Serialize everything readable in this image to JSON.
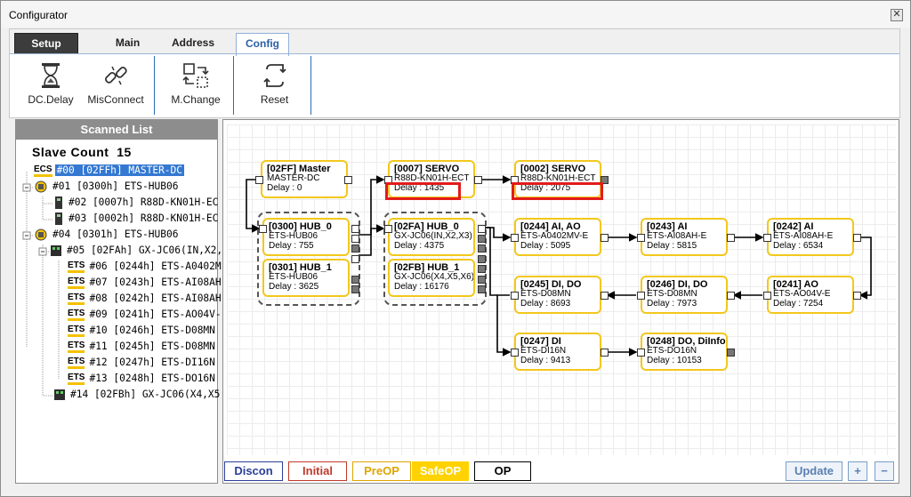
{
  "window": {
    "title": "Configurator",
    "close_glyph": "✕"
  },
  "tabs": {
    "setup": "Setup",
    "main": "Main",
    "address": "Address",
    "config": "Config"
  },
  "toolbar": {
    "dc_delay": "DC.Delay",
    "misconnect": "MisConnect",
    "m_change": "M.Change",
    "reset": "Reset"
  },
  "scanned": {
    "title": "Scanned List",
    "slave_count_label": "Slave Count",
    "slave_count": "15",
    "items": [
      {
        "icon": "ECS",
        "text": "#00 [02FFh] MASTER-DC"
      },
      {
        "icon": "hub",
        "text": "#01 [0300h] ETS-HUB06"
      },
      {
        "icon": "drive",
        "text": "#02 [0007h] R88D-KN01H-EC"
      },
      {
        "icon": "drive",
        "text": "#03 [0002h] R88D-KN01H-EC"
      },
      {
        "icon": "hub",
        "text": "#04 [0301h] ETS-HUB06"
      },
      {
        "icon": "coupler",
        "text": "#05 [02FAh] GX-JC06(IN,X2,"
      },
      {
        "icon": "ETS",
        "text": "#06 [0244h] ETS-A0402M"
      },
      {
        "icon": "ETS",
        "text": "#07 [0243h] ETS-AI08AH-"
      },
      {
        "icon": "ETS",
        "text": "#08 [0242h] ETS-AI08AH-"
      },
      {
        "icon": "ETS",
        "text": "#09 [0241h] ETS-AO04V-"
      },
      {
        "icon": "ETS",
        "text": "#10 [0246h] ETS-D08MN"
      },
      {
        "icon": "ETS",
        "text": "#11 [0245h] ETS-D08MN"
      },
      {
        "icon": "ETS",
        "text": "#12 [0247h] ETS-DI16N"
      },
      {
        "icon": "ETS",
        "text": "#13 [0248h] ETS-DO16N"
      },
      {
        "icon": "coupler",
        "text": "#14 [02FBh] GX-JC06(X4,X5"
      }
    ]
  },
  "nodes": {
    "master": {
      "title": "[02FF] Master",
      "model": "MASTER-DC",
      "delay": "Delay : 0"
    },
    "hub0": {
      "title": "[0300] HUB_0",
      "model": "ETS-HUB06",
      "delay": "Delay : 755"
    },
    "hub1": {
      "title": "[0301] HUB_1",
      "model": "ETS-HUB06",
      "delay": "Delay : 3625"
    },
    "servo7": {
      "title": "[0007] SERVO",
      "model": "R88D-KN01H-ECT",
      "delay": "Delay : 1435"
    },
    "servo2": {
      "title": "[0002] SERVO",
      "model": "R88D-KN01H-ECT",
      "delay": "Delay : 2075"
    },
    "gxa": {
      "title": "[02FA] HUB_0",
      "model": "GX-JC06(IN,X2,X3)",
      "delay": "Delay : 4375"
    },
    "gxb": {
      "title": "[02FB] HUB_1",
      "model": "GX-JC06(X4,X5,X6)",
      "delay": "Delay : 16176"
    },
    "n244": {
      "title": "[0244] AI, AO",
      "model": "ETS-A0402MV-E",
      "delay": "Delay : 5095"
    },
    "n243": {
      "title": "[0243] AI",
      "model": "ETS-AI08AH-E",
      "delay": "Delay : 5815"
    },
    "n242": {
      "title": "[0242] AI",
      "model": "ETS-AI08AH-E",
      "delay": "Delay : 6534"
    },
    "n245": {
      "title": "[0245] DI, DO",
      "model": "ETS-D08MN",
      "delay": "Delay : 8693"
    },
    "n246": {
      "title": "[0246] DI, DO",
      "model": "ETS-D08MN",
      "delay": "Delay : 7973"
    },
    "n241": {
      "title": "[0241] AO",
      "model": "ETS-AO04V-E",
      "delay": "Delay : 7254"
    },
    "n247": {
      "title": "[0247] DI",
      "model": "ETS-DI16N",
      "delay": "Delay : 9413"
    },
    "n248": {
      "title": "[0248] DO, DiInfo",
      "model": "ETS-DO16N",
      "delay": "Delay : 10153"
    }
  },
  "status": {
    "discon": "Discon",
    "initial": "Initial",
    "preop": "PreOP",
    "safeop": "SafeOP",
    "op": "OP",
    "update": "Update",
    "plus": "+",
    "minus": "−"
  },
  "colors": {
    "node_border": "#f3c71d",
    "highlight_red": "#e21b1b",
    "selected": "#3478d1",
    "discon": "#2c3e99",
    "initial": "#c0392b",
    "preop": "#e0a400",
    "safeop_bg": "#ffd200",
    "op": "#000000"
  }
}
